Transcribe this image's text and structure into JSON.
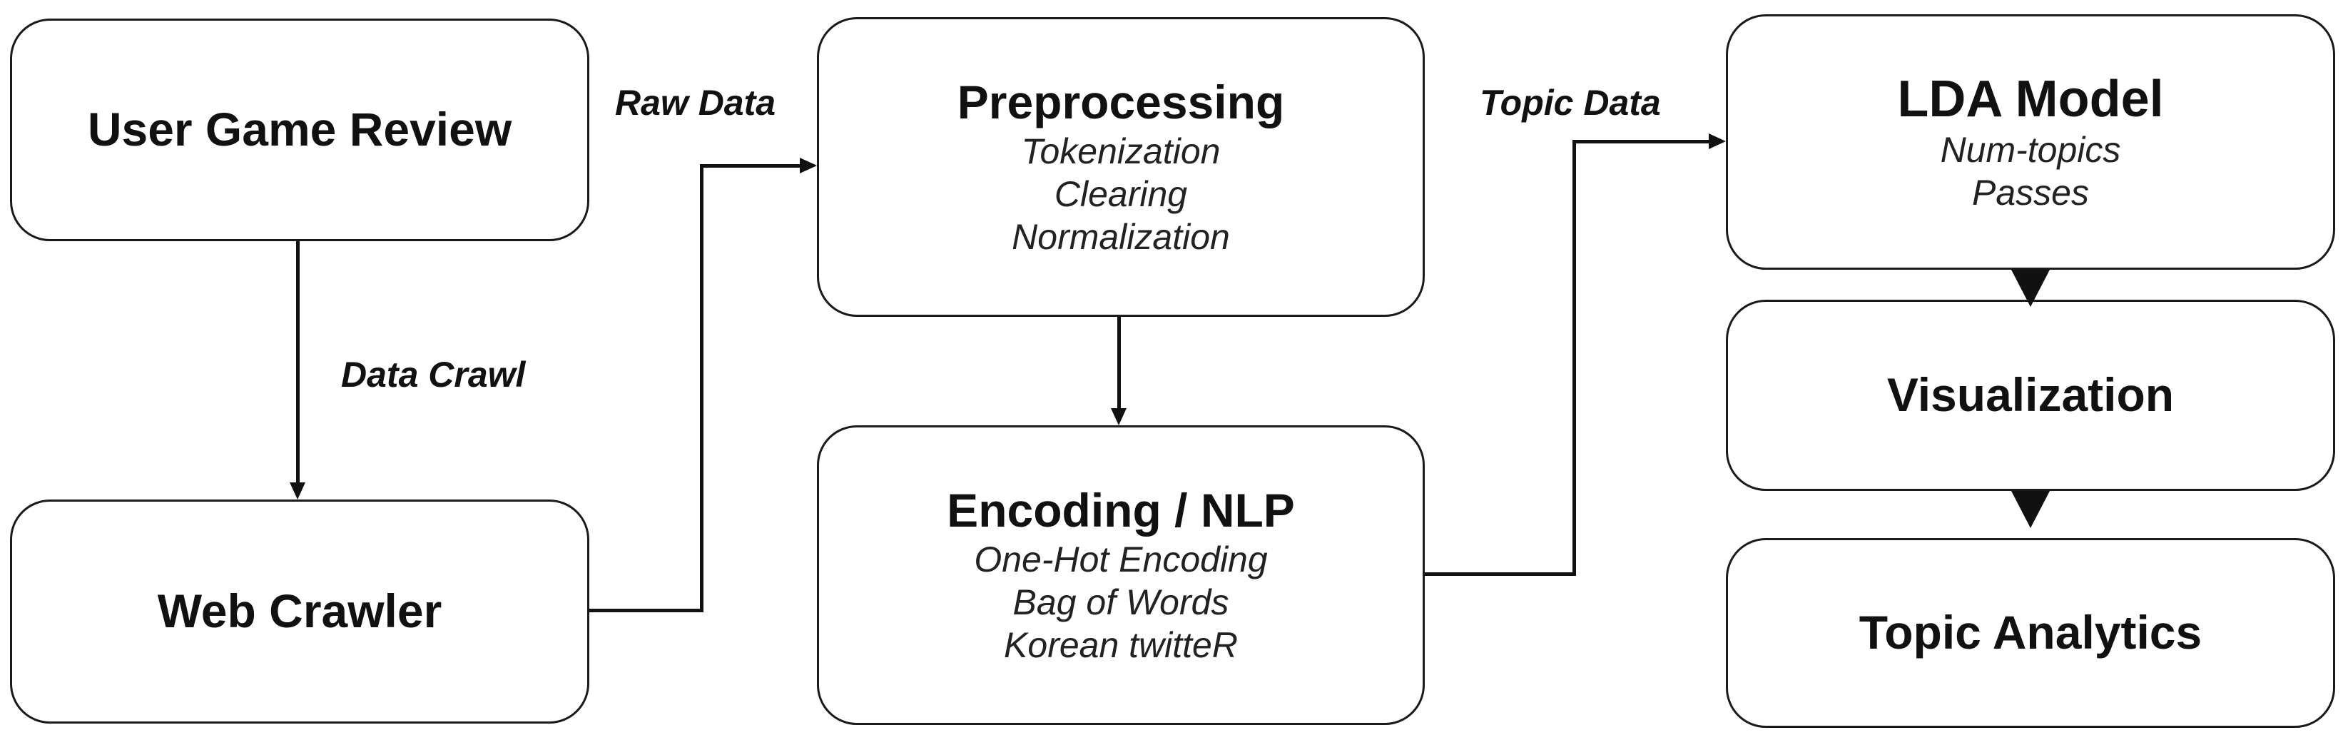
{
  "nodes": {
    "user_game_review": {
      "title": "User Game Review"
    },
    "web_crawler": {
      "title": "Web Crawler"
    },
    "preprocessing": {
      "title": "Preprocessing",
      "items": [
        "Tokenization",
        "Clearing",
        "Normalization"
      ]
    },
    "encoding_nlp": {
      "title": "Encoding / NLP",
      "items": [
        "One-Hot Encoding",
        "Bag of Words",
        "Korean twitteR"
      ]
    },
    "lda_model": {
      "title": "LDA Model",
      "items": [
        "Num-topics",
        "Passes"
      ]
    },
    "visualization": {
      "title": "Visualization"
    },
    "topic_analytics": {
      "title": "Topic Analytics"
    }
  },
  "edges": {
    "data_crawl": "Data Crawl",
    "raw_data": "Raw Data",
    "topic_data": "Topic Data"
  }
}
